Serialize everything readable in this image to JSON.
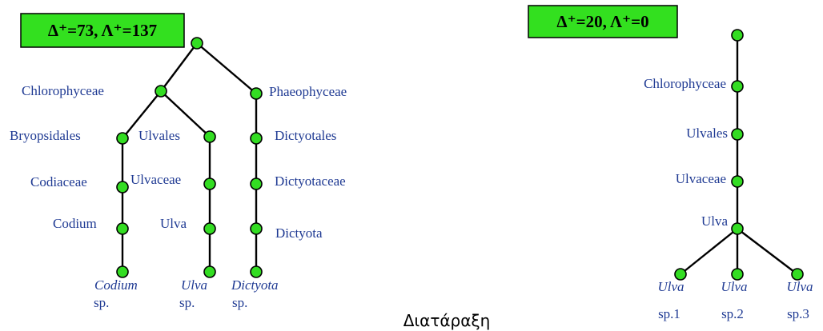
{
  "caption": "Διατάραξη",
  "left_tree": {
    "index_label": "Δ⁺=73, Λ⁺=137",
    "labels": {
      "chlorophyceae": "Chlorophyceae",
      "phaeophyceae": "Phaeophyceae",
      "bryopsidales": "Bryopsidales",
      "ulvales": "Ulvales",
      "dictyotales": "Dictyotales",
      "codiaceae": "Codiaceae",
      "ulvaceae": "Ulvaceae",
      "dictyotaceae": "Dictyotaceae",
      "codium": "Codium",
      "ulva": "Ulva",
      "dictyota": "Dictyota",
      "codium_sp_genus": "Codium",
      "codium_sp_suffix": "sp.",
      "ulva_sp_genus": "Ulva",
      "ulva_sp_suffix": "sp.",
      "dictyota_sp_genus": "Dictyota",
      "dictyota_sp_suffix": "sp."
    }
  },
  "right_tree": {
    "index_label": "Δ⁺=20,  Λ⁺=0",
    "labels": {
      "chlorophyceae": "Chlorophyceae",
      "ulvales": "Ulvales",
      "ulvaceae": "Ulvaceae",
      "ulva": "Ulva",
      "sp1_genus": "Ulva",
      "sp1_suffix": "sp.1",
      "sp2_genus": "Ulva",
      "sp2_suffix": "sp.2",
      "sp3_genus": "Ulva",
      "sp3_suffix": "sp.3"
    }
  }
}
